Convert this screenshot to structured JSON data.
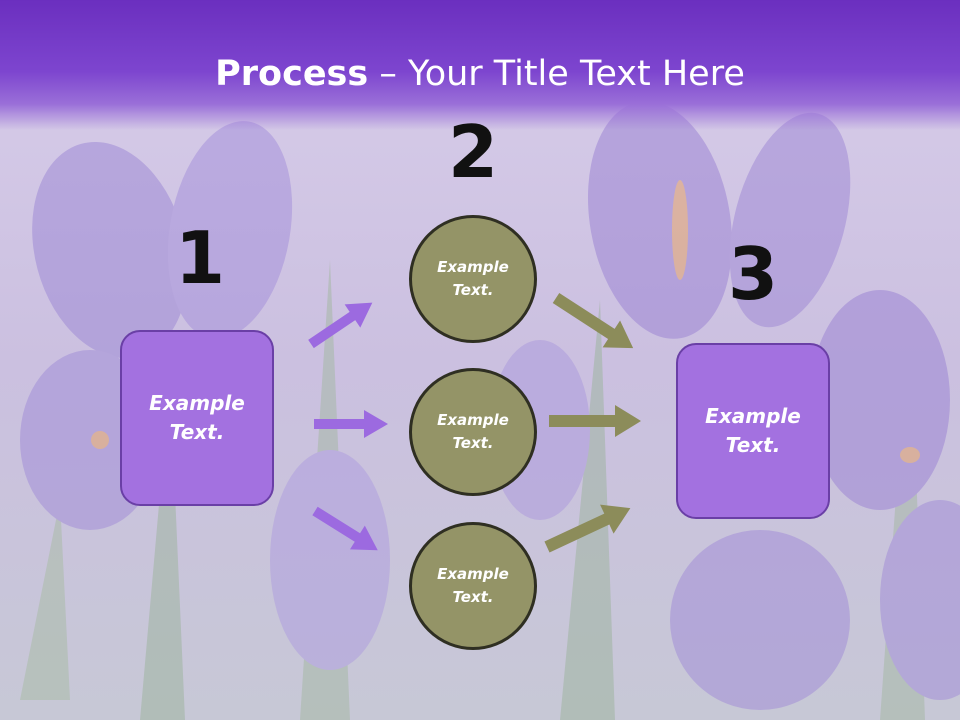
{
  "title": {
    "bold": "Process",
    "rest": " – Your Title Text Here"
  },
  "steps": {
    "one": "1",
    "two": "2",
    "three": "3"
  },
  "left_box": {
    "text": "Example\nText."
  },
  "right_box": {
    "text": "Example\nText."
  },
  "circles": [
    {
      "text": "Example\nText."
    },
    {
      "text": "Example\nText."
    },
    {
      "text": "Example\nText."
    }
  ],
  "colors": {
    "title_bar": "#7d45cf",
    "box_fill": "#a371e0",
    "circle_fill": "#949467",
    "purple_arrow": "#9c6ae0",
    "olive_arrow": "#8c8c5a"
  }
}
